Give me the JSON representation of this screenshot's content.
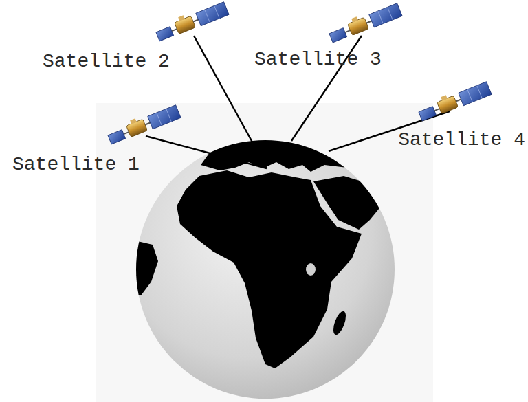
{
  "diagram": {
    "labels": [
      "Satellite 2",
      "Satellite 3",
      "Satellite 1",
      "Satellite 4"
    ]
  }
}
